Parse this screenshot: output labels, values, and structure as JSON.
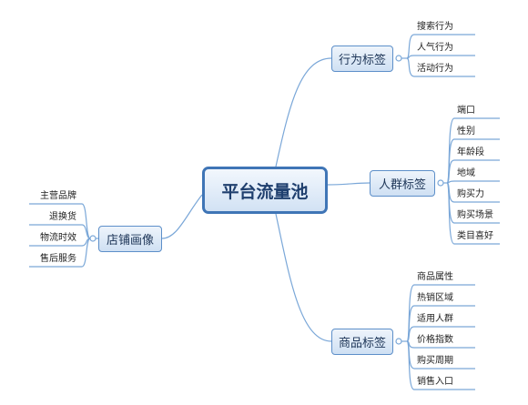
{
  "root": "平台流量池",
  "branches": {
    "behavior": {
      "label": "行为标签",
      "children": [
        "搜索行为",
        "人气行为",
        "活动行为"
      ]
    },
    "crowd": {
      "label": "人群标签",
      "children": [
        "端口",
        "性别",
        "年龄段",
        "地域",
        "购买力",
        "购买场景",
        "类目喜好"
      ]
    },
    "product": {
      "label": "商品标签",
      "children": [
        "商品属性",
        "热销区域",
        "适用人群",
        "价格指数",
        "购买周期",
        "销售入口"
      ]
    },
    "shop": {
      "label": "店铺画像",
      "children": [
        "主营品牌",
        "退换货",
        "物流时效",
        "售后服务"
      ]
    }
  },
  "colors": {
    "line": "#7aa7d8",
    "node_border": "#5d8fc9",
    "root_border": "#3f75b6"
  }
}
